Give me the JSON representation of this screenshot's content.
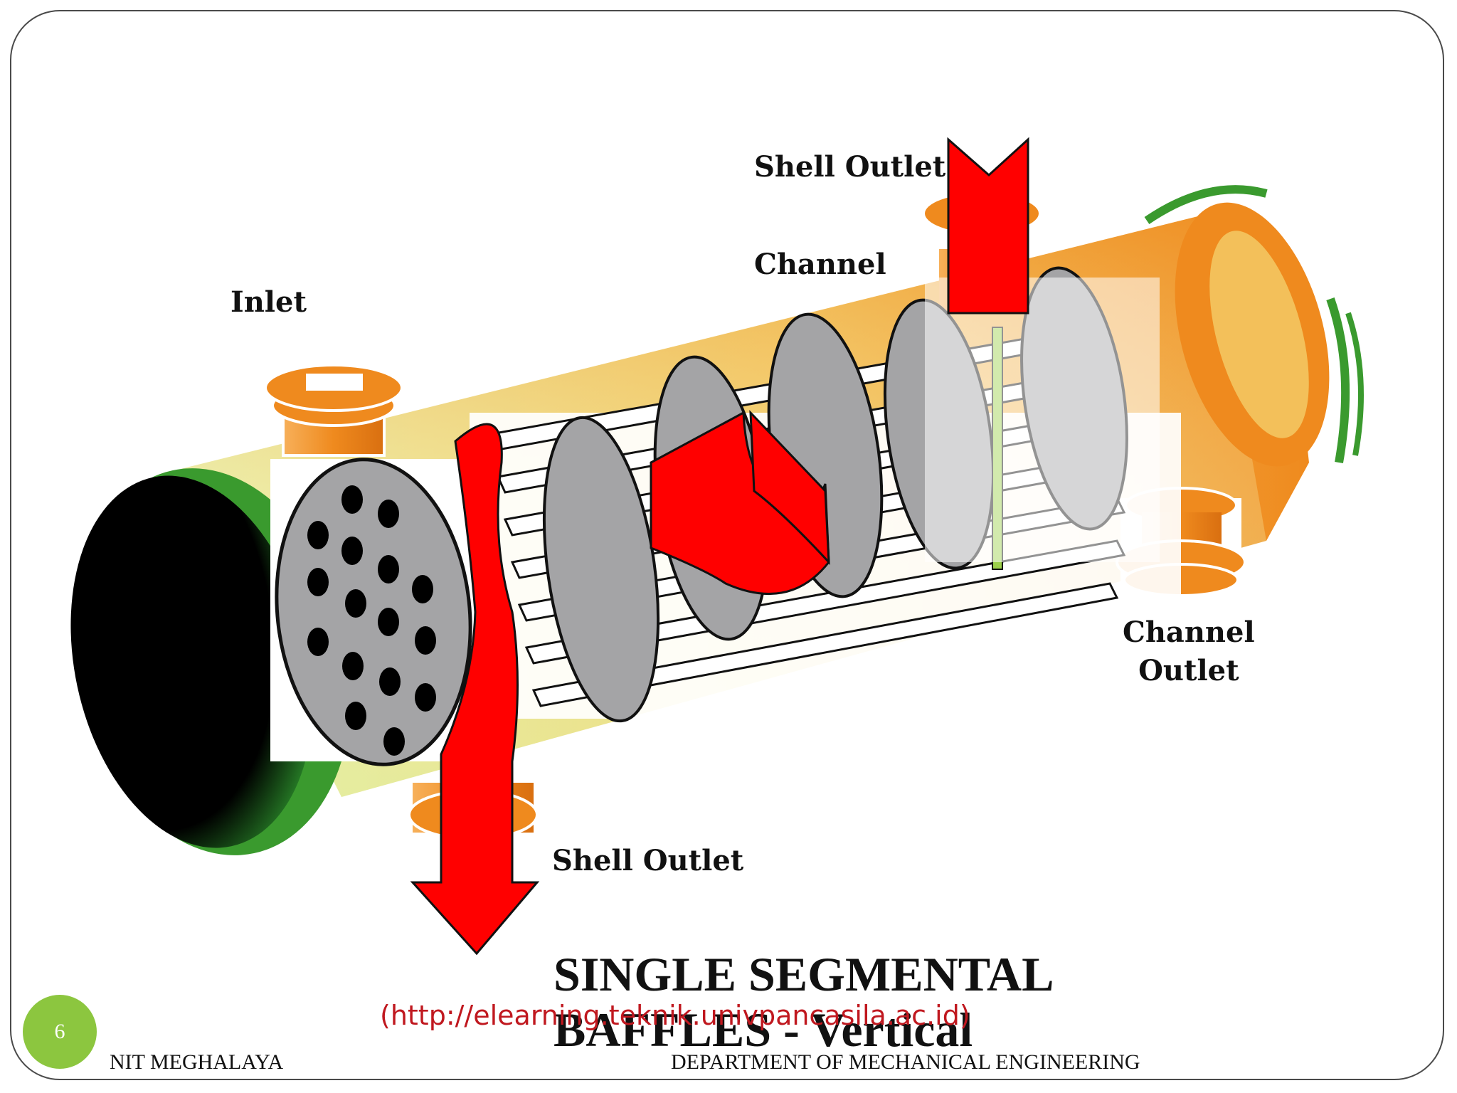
{
  "labels": {
    "inlet": "Inlet",
    "channel": "Channel",
    "shell_outlet_top": "Shell Outlet",
    "shell_outlet_bottom": "Shell Outlet",
    "channel_outlet_line1": "Channel",
    "channel_outlet_line2": "Outlet"
  },
  "title": {
    "line1": "SINGLE SEGMENTAL",
    "line2": "BAFFLES - Vertical"
  },
  "source": "(http://elearning.teknik.univpancasila.ac.id)",
  "slide_number": "6",
  "footer": {
    "left": "NIT MEGHALAYA",
    "right": "DEPARTMENT OF MECHANICAL ENGINEERING"
  },
  "colors": {
    "shell_orange": "#ef8a1e",
    "shell_light": "#e8f0a6",
    "flow_arrow": "#ff0000",
    "baffle_gray": "#a4a4a6",
    "head_green": "#3a9a2e",
    "badge_green": "#8cc63f"
  }
}
